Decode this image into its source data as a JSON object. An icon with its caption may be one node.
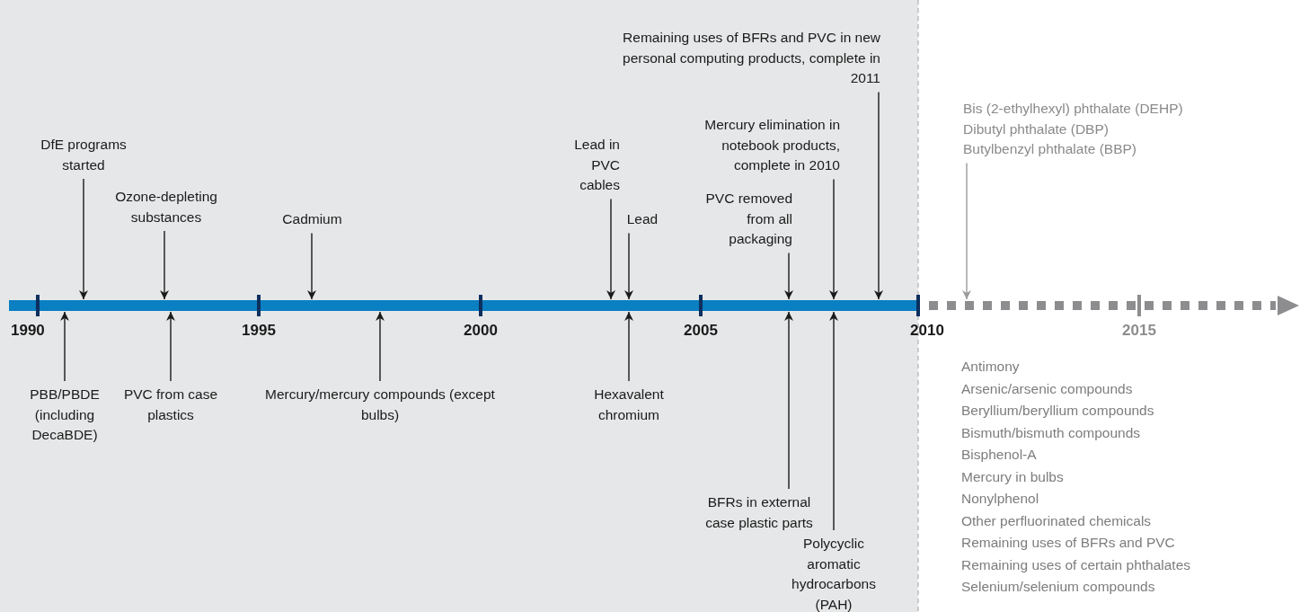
{
  "diagram": {
    "nodes": [
      {
        "text": [
          "DfE programs started"
        ]
      },
      {
        "text": [
          "Ozone-depleting substances"
        ]
      },
      {
        "text": [
          "Cadmium"
        ]
      },
      {
        "text": [
          "Lead in PVC cables"
        ]
      },
      {
        "text": [
          "Lead"
        ]
      },
      {
        "text": [
          "PVC removed from all packaging"
        ]
      },
      {
        "text": [
          "Mercury elimination in notebook products, complete in 2010"
        ]
      },
      {
        "text": [
          "Remaining uses of BFRs and PVC in new personal computing products, complete in 2011"
        ]
      },
      {
        "text": [
          "Bis (2-ethylhexyl) phthalate (DEHP)",
          "Dibutyl phthalate (DBP)",
          "Butylbenzyl phthalate (BBP)"
        ]
      },
      {
        "text": [
          "PBB/PBDE (including DecaBDE)"
        ]
      },
      {
        "text": [
          "PVC from case plastics"
        ]
      },
      {
        "text": [
          "Mercury/mercury compounds (except bulbs)"
        ]
      },
      {
        "text": [
          "Hexavalent chromium"
        ]
      },
      {
        "text": [
          "BFRs in external case plastic parts"
        ]
      },
      {
        "text": [
          "Polycyclic aromatic hydrocarbons (PAH)"
        ]
      }
    ],
    "edges": [
      {
        "from": 0,
        "to": null,
        "arrow": "to"
      },
      {
        "from": 1,
        "to": null,
        "arrow": "to"
      },
      {
        "from": 2,
        "to": null,
        "arrow": "to"
      },
      {
        "from": 3,
        "to": null,
        "arrow": "to"
      },
      {
        "from": 4,
        "to": null,
        "arrow": "to"
      },
      {
        "from": 5,
        "to": null,
        "arrow": "to"
      },
      {
        "from": 6,
        "to": null,
        "arrow": "to"
      },
      {
        "from": 7,
        "to": null,
        "arrow": "to"
      },
      {
        "from": 8,
        "to": null,
        "arrow": "to",
        "color": "#9a9a9a"
      },
      {
        "from": 9,
        "to": null,
        "arrow": "to"
      },
      {
        "from": 10,
        "to": null,
        "arrow": "to"
      },
      {
        "from": 11,
        "to": null,
        "arrow": "to"
      },
      {
        "from": 12,
        "to": null,
        "arrow": "to"
      },
      {
        "from": 13,
        "to": null,
        "arrow": "to"
      },
      {
        "from": 14,
        "to": null,
        "arrow": "to"
      }
    ],
    "labels": [
      "1990",
      "1995",
      "2000",
      "2005",
      "2010",
      "2015",
      "Antimony",
      "Arsenic/arsenic compounds",
      "Beryllium/beryllium compounds",
      "Bismuth/bismuth compounds",
      "Bisphenol-A",
      "Mercury in bulbs",
      "Nonylphenol",
      "Other perfluorinated chemicals",
      "Remaining uses of BFRs and PVC",
      "Remaining uses of certain phthalates",
      "Selenium/selenium compounds"
    ]
  }
}
